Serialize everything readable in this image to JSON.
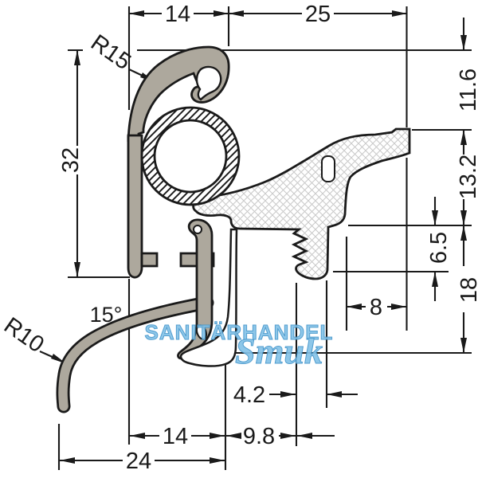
{
  "drawing": {
    "title": "profile cross-section technical drawing",
    "dims": {
      "top_width_left": "14",
      "top_width_right": "25",
      "left_height": "32",
      "right_top": "11.6",
      "right_mid": "13.2",
      "right_small": "6.5",
      "right_bottom": "18",
      "groove_width": "8",
      "bottom_small": "4.2",
      "bottom_left": "14",
      "bottom_mid": "9.8",
      "bottom_total": "24",
      "angle": "15°",
      "radius_top": "R15",
      "radius_bottom": "R10"
    },
    "watermark": {
      "line1": "SANITÄRHANDEL",
      "line2": "Smuk"
    },
    "colors": {
      "profile_gray": "#ada89d",
      "outline": "#1a1a1a",
      "crosshatch": "#c9c9c9",
      "watermark_fill": "#85c3e8",
      "watermark_stroke": "#4496cc"
    }
  }
}
